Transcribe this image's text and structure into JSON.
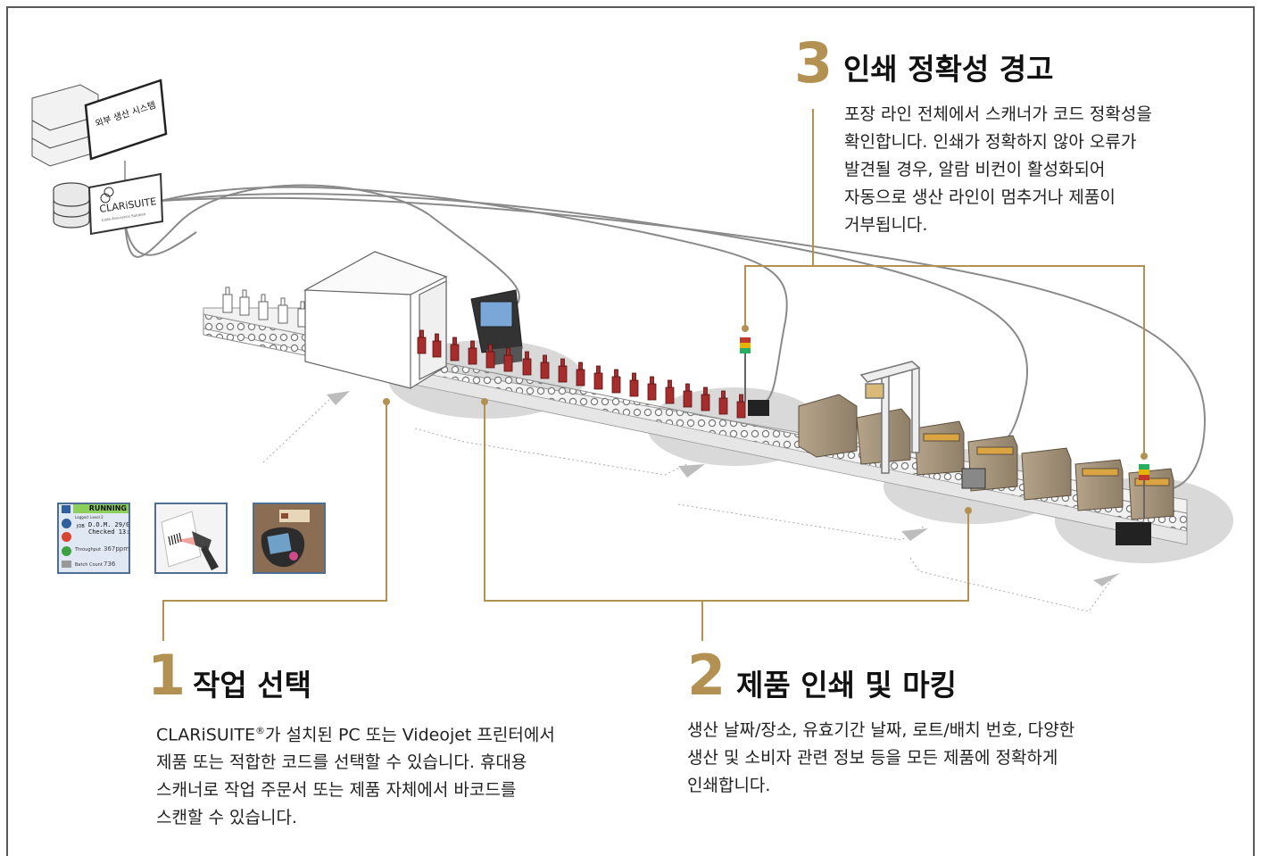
{
  "colors": {
    "accent": "#b39152",
    "frame": "#5a5a5a",
    "shadow": "#d9d9d9",
    "text": "#222222"
  },
  "diagram": {
    "external_system_label": "외부 생산 시스템",
    "clarisuite_logo": "CLARiSUITE",
    "clarisuite_sub": "Code Assurance Solution",
    "thumbnail_panel": {
      "status": "RUNNING",
      "logged": "Logged: Level 2",
      "job_label": "JOB",
      "job_value": "D.O.M. 29/0",
      "checked": "Checked 13:",
      "throughput_label": "Throughput",
      "throughput_value": "367ppm",
      "batch_label": "Batch Count",
      "batch_value": "736"
    }
  },
  "steps": [
    {
      "number": "1",
      "title": "작업 선택",
      "desc_lines": [
        "CLARiSUITE",
        "®",
        "가 설치된 PC 또는 Videojet 프린터에서",
        "제품 또는 적합한 코드를 선택할 수 있습니다. 휴대용",
        "스캐너로 작업 주문서 또는 제품 자체에서 바코드를",
        "스캔할 수 있습니다."
      ]
    },
    {
      "number": "2",
      "title": "제품 인쇄 및 마킹",
      "desc_lines": [
        "생산 날짜/장소, 유효기간 날짜, 로트/배치 번호, 다양한",
        "생산 및 소비자 관련 정보 등을 모든 제품에 정확하게",
        "인쇄합니다."
      ]
    },
    {
      "number": "3",
      "title": "인쇄 정확성 경고",
      "desc_lines": [
        "포장 라인 전체에서 스캐너가 코드 정확성을",
        "확인합니다. 인쇄가 정확하지 않아 오류가",
        "발견될 경우, 알람 비컨이 활성화되어",
        "자동으로 생산 라인이 멈추거나 제품이",
        "거부됩니다."
      ]
    }
  ]
}
